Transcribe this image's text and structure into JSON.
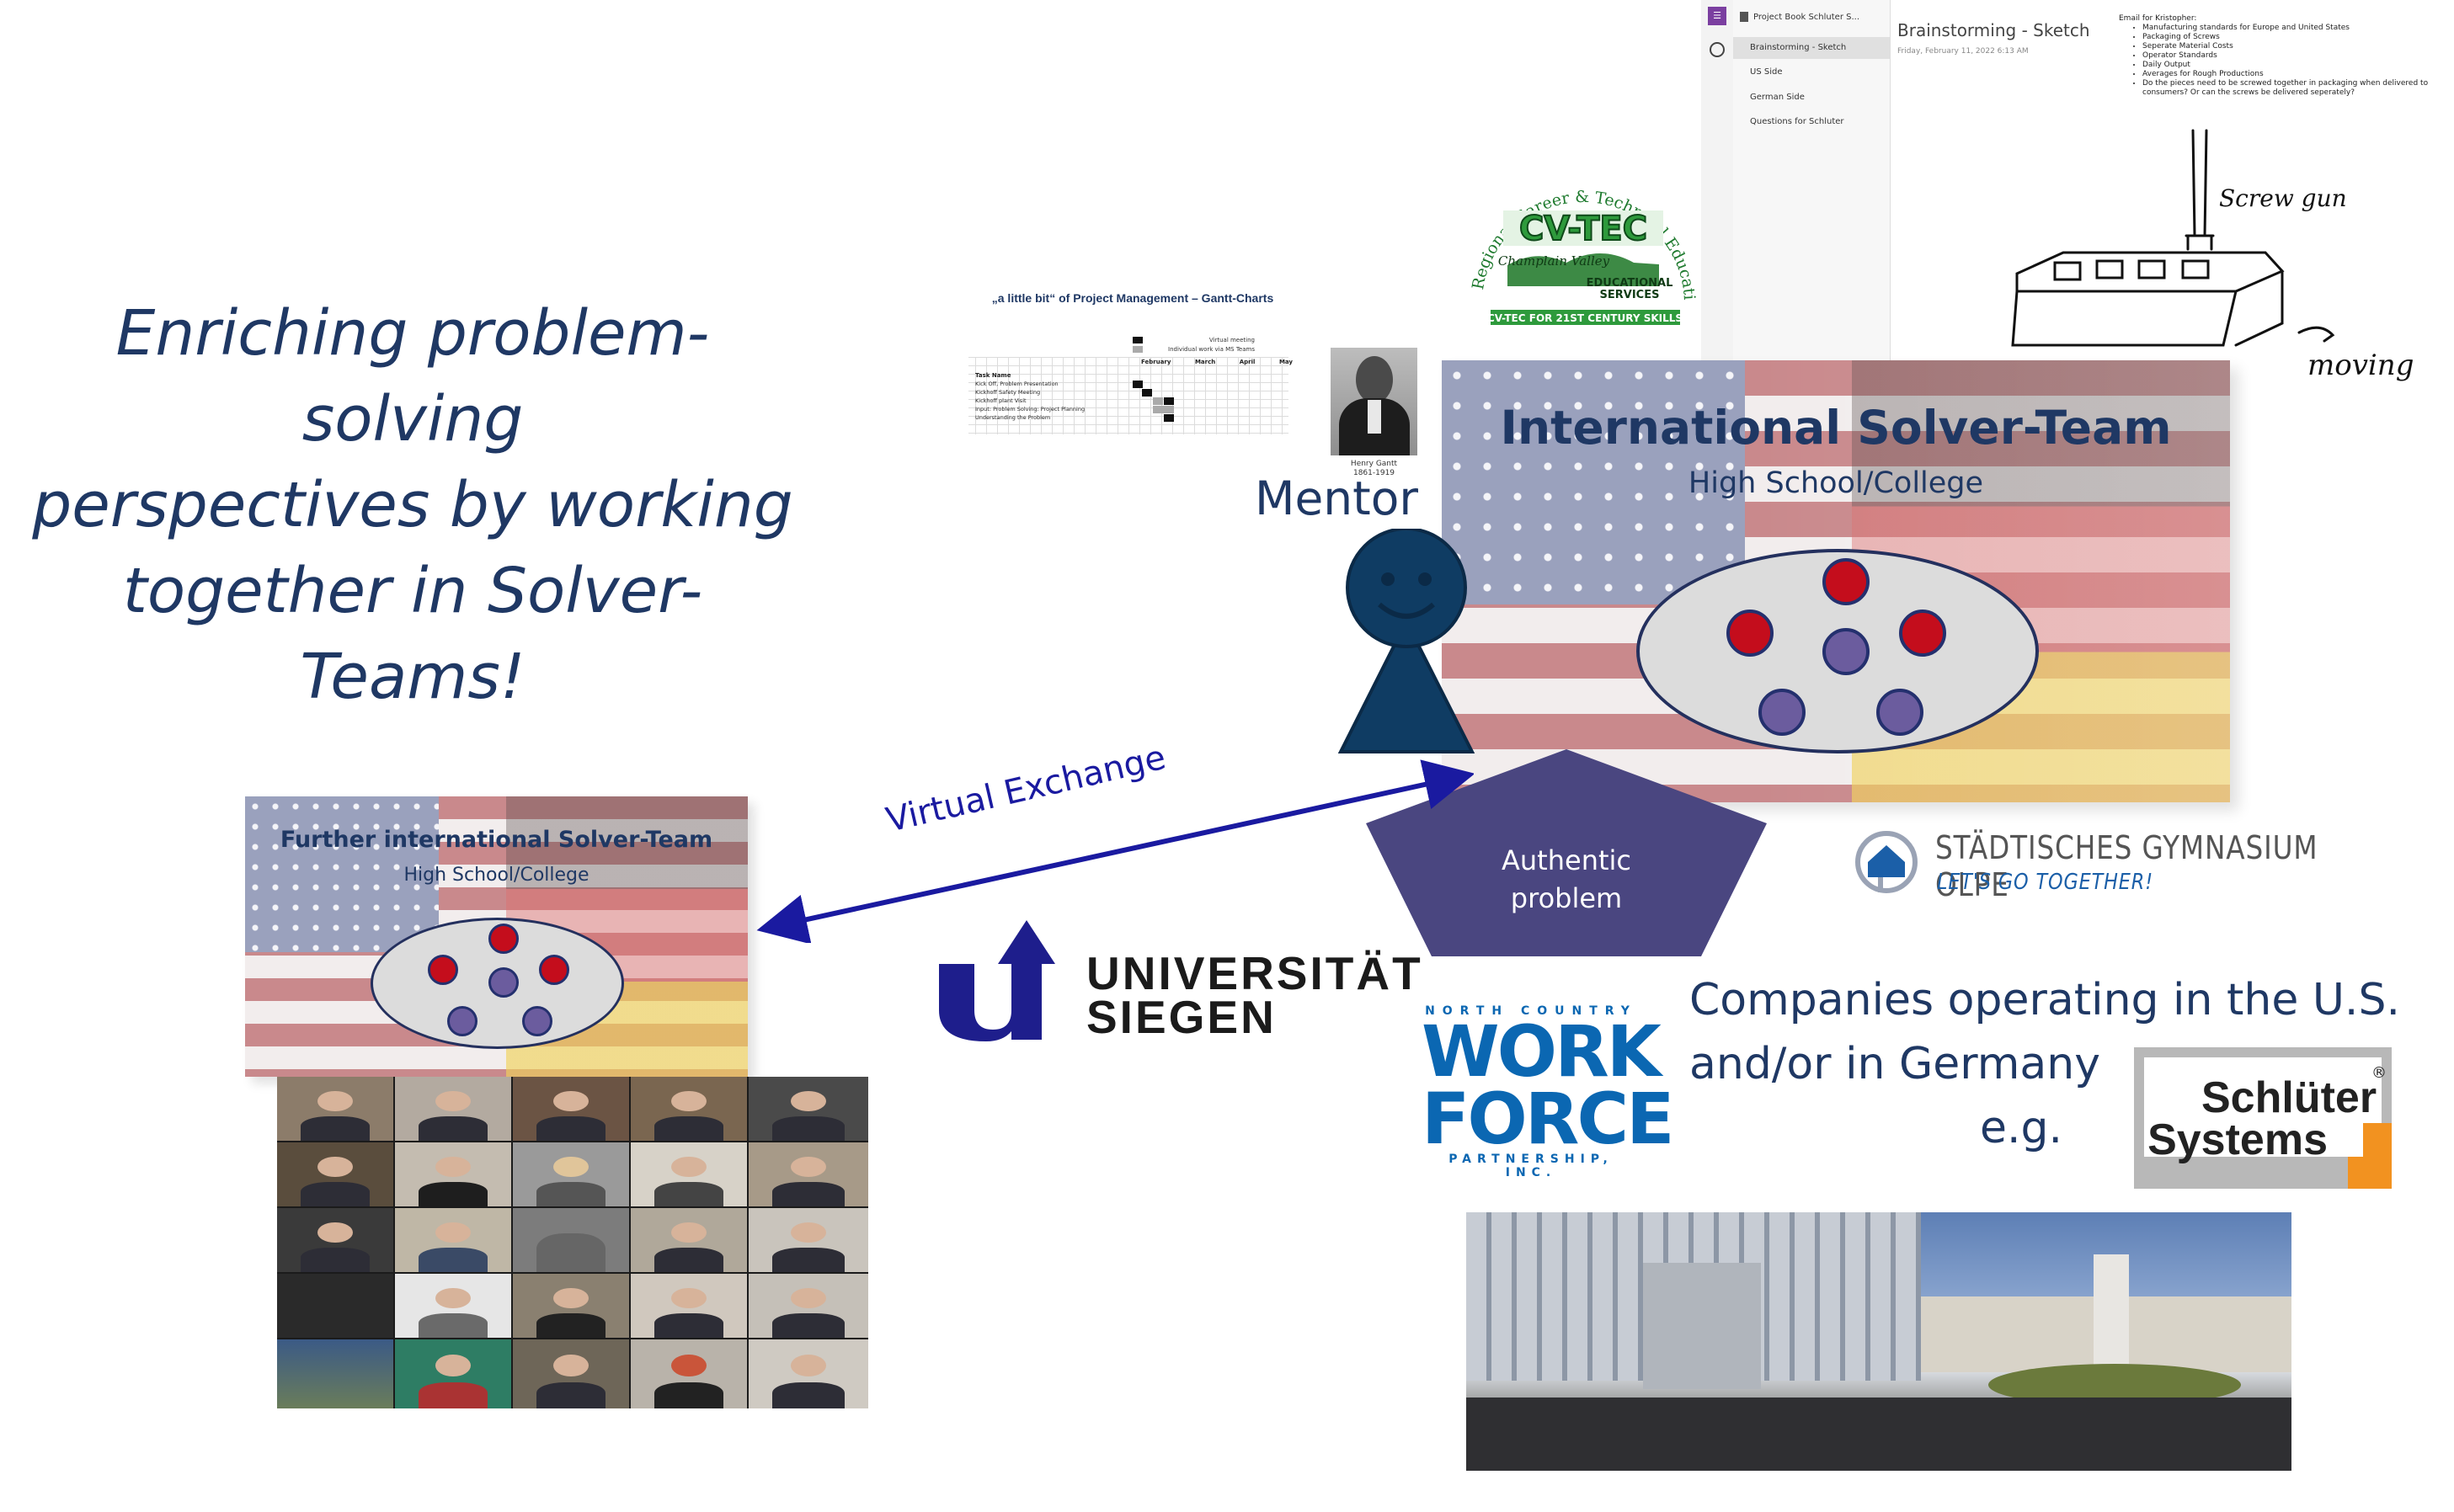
{
  "title": {
    "line1": "Enriching problem-solving",
    "line2": "perspectives by working",
    "line3": "together in Solver-Teams!"
  },
  "main_team": {
    "title": "International Solver-Team",
    "subtitle": "High School/College"
  },
  "further_team": {
    "title": "Further international Solver-Team",
    "subtitle": "High School/College"
  },
  "mentor": {
    "label": "Mentor",
    "portrait_caption_name": "Henry Gantt",
    "portrait_caption_years": "1861-1919"
  },
  "exchange": {
    "label": "Virtual Exchange"
  },
  "problem": {
    "line1": "Authentic",
    "line2": "problem"
  },
  "companies": {
    "line1": "Companies operating in the U.S.",
    "line2": "and/or in Germany",
    "line3": "e.g."
  },
  "gantt": {
    "title": "„a little bit“ of Project Management – Gantt-Charts",
    "legend1": "Virtual meeting",
    "legend2": "Individual work via MS Teams",
    "months": [
      "February",
      "March",
      "April",
      "May"
    ],
    "task_header": "Task Name",
    "tasks": [
      "Kick Off, Problem Presentation",
      "Kickhoff Safety Meeting",
      "Kickhoff plant Visit",
      "Input: Problem Solving: Project Planning",
      "Understanding the Problem"
    ]
  },
  "onenote": {
    "notebook": "Project Book Schluter S...",
    "pages": [
      "Brainstorming - Sketch",
      "US Side",
      "German Side",
      "Questions for Schluter"
    ],
    "page_title": "Brainstorming - Sketch",
    "page_date": "Friday, February 11, 2022    6:13 AM",
    "email_heading": "Email for Kristopher:",
    "email_items": [
      "Manufacturing standards for Europe and United States",
      "Packaging of Screws",
      "Seperate Material Costs",
      "Operator Standards",
      "Daily Output",
      "Averages for Rough Productions",
      "Do the pieces need to be screwed together in packaging when delivered to consumers? Or can the screws be delivered seperately?"
    ],
    "sketch_label1": "Screw gun",
    "sketch_label2": "moving"
  },
  "logos": {
    "cvtec": {
      "arc": "Regional Career & Technical Education Center",
      "name": "CV-TEC",
      "sub1": "Champlain Valley",
      "sub2": "EDUCATIONAL",
      "sub3": "SERVICES",
      "tagline": "CV-TEC FOR 21ST CENTURY SKILLS"
    },
    "gymnasium": {
      "name": "STÄDTISCHES GYMNASIUM OLPE",
      "tagline": "LET'S GO TOGETHER!"
    },
    "siegen": {
      "line1": "UNIVERSITÄT",
      "line2": "SIEGEN"
    },
    "workforce": {
      "top": "NORTH COUNTRY",
      "line1": "WORK",
      "line2": "FORCE",
      "bottom": "PARTNERSHIP, INC."
    },
    "schluter": {
      "line1": "Schlüter",
      "line2": "Systems",
      "mark": "®"
    }
  },
  "colors": {
    "title_blue": "#1f3864",
    "arrow": "#1a1aa0",
    "pentagon": "#4a4680",
    "red_dot": "#c40d1c",
    "purple_dot": "#6b5c9e",
    "siegen_blue": "#1e1e8c",
    "workforce_blue": "#0b67b2",
    "schluter_orange": "#f29220"
  }
}
